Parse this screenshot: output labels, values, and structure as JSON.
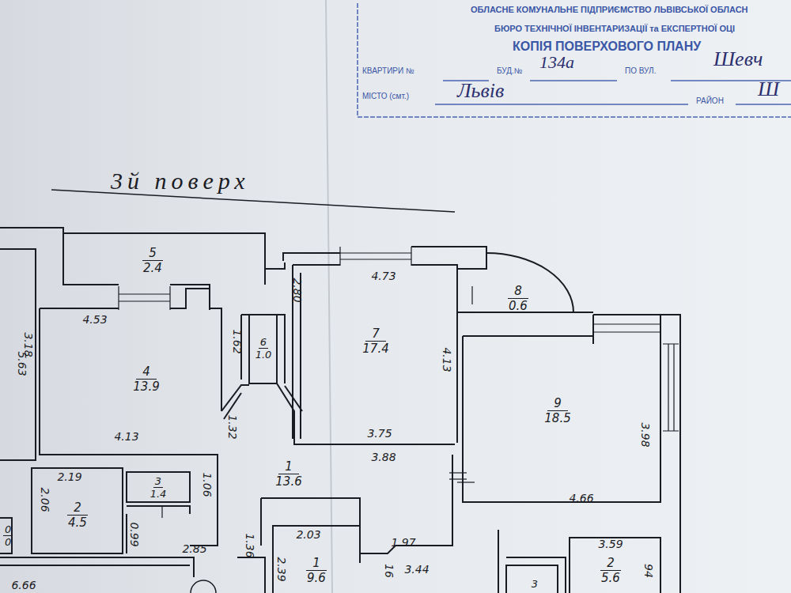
{
  "diagram": {
    "title": "3й поверх",
    "nodes": [
      {
        "text": [
          "ОБЛАСНЕ КОМУНАЛЬНЕ ПІДПРИЄМСТВО ЛЬВІВСЬКОЇ ОБЛАСН",
          "БЮРО ТЕХНІЧНОЇ ІНВЕНТАРИЗАЦІЇ та ЕКСПЕРТНОЇ ОЦІ",
          "КОПІЯ ПОВЕРХОВОГО ПЛАНУ",
          "КВАРТИРИ №",
          "БУД.№",
          "134а",
          "ПО ВУЛ.",
          "Шевч",
          "МІСТО (смт.)",
          "Львів",
          "РАЙОН",
          "Ш"
        ]
      },
      {
        "text": [
          "5",
          "2.4"
        ]
      },
      {
        "text": [
          "7",
          "17.4"
        ]
      },
      {
        "text": [
          "8",
          "0.6"
        ]
      },
      {
        "text": [
          "4",
          "13.9"
        ]
      },
      {
        "text": [
          "6",
          "1.0"
        ]
      },
      {
        "text": [
          "9",
          "18.5"
        ]
      },
      {
        "text": [
          "3",
          "1.4"
        ]
      },
      {
        "text": [
          "1",
          "13.6"
        ]
      },
      {
        "text": [
          "2",
          "4.5"
        ]
      },
      {
        "text": [
          "0",
          "0"
        ]
      },
      {
        "text": [
          "2",
          "5.6"
        ]
      },
      {
        "text": [
          "1",
          "9.6"
        ]
      },
      {
        "text": [
          "3"
        ]
      }
    ],
    "labels": [
      "4.73",
      "2.80",
      "4.53",
      "1.62",
      "5.63",
      "3.18",
      "4.13",
      "3.75",
      "1.32",
      "3.88",
      "2.19",
      "1.06",
      "2.06",
      "0.99",
      "2.85",
      "1.36",
      "2.03",
      "1.97",
      "3.44",
      "16",
      "2.39",
      "4.13",
      "3.98",
      "4.66",
      "3.59",
      "94",
      "6.66"
    ]
  }
}
